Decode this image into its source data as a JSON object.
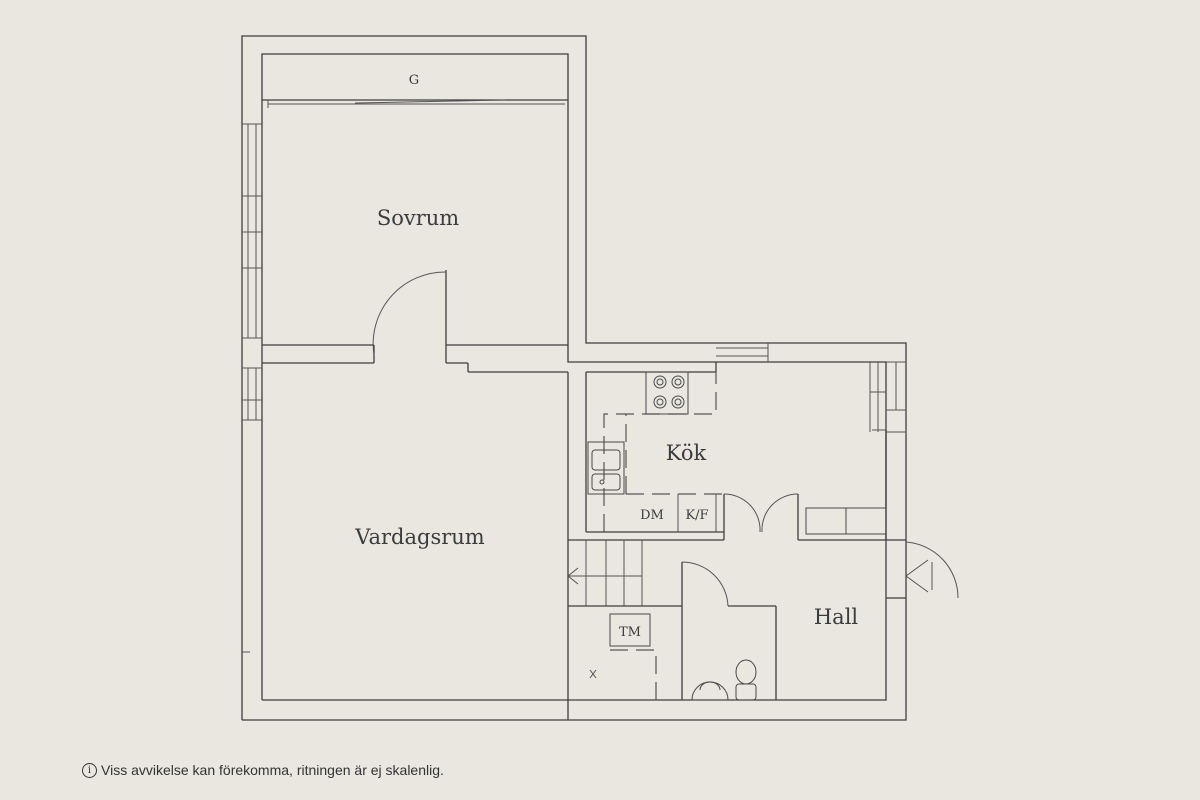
{
  "rooms": {
    "sovrum": "Sovrum",
    "vardagsrum": "Vardagsrum",
    "kok": "Kök",
    "hall": "Hall"
  },
  "fixtures": {
    "garderob": "G",
    "diskmaskin": "DM",
    "kyl_frys": "K/F",
    "tvattmaskin": "TM"
  },
  "disclaimer": {
    "icon": "info-icon",
    "text": "Viss avvikelse kan förekomma, ritningen är ej skalenlig."
  }
}
